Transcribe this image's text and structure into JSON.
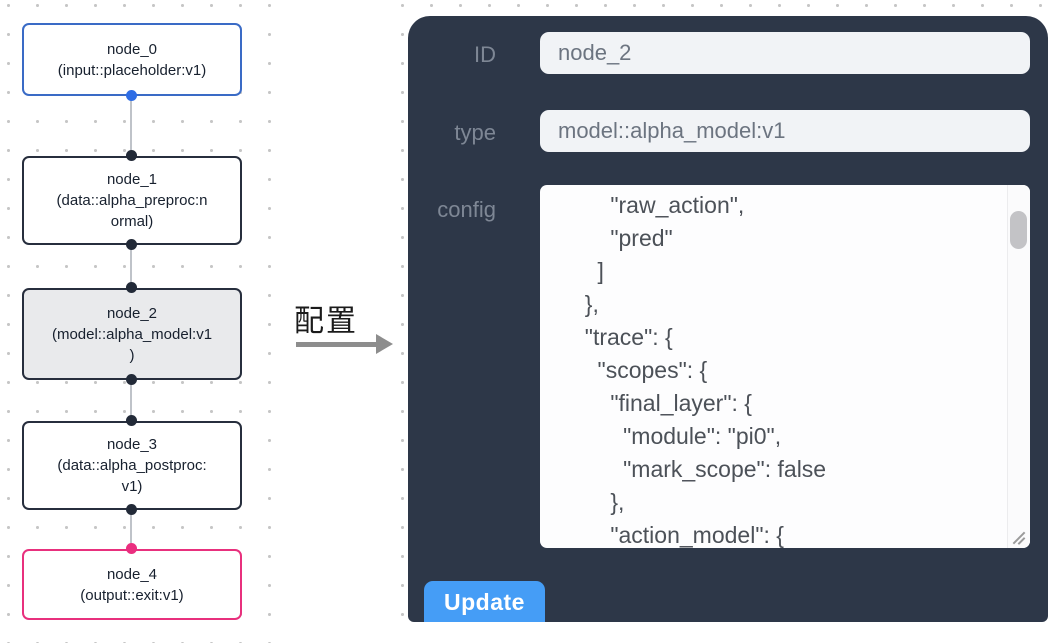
{
  "canvas": {
    "nodes": [
      {
        "id": "node_0",
        "type": "input::placeholder:v1",
        "lines": [
          "node_0",
          "(input::placeholder:v1)"
        ]
      },
      {
        "id": "node_1",
        "type": "data::alpha_preproc:normal",
        "lines": [
          "node_1",
          "(data::alpha_preproc:n",
          "ormal)"
        ]
      },
      {
        "id": "node_2",
        "type": "model::alpha_model:v1",
        "lines": [
          "node_2",
          "(model::alpha_model:v1",
          ")"
        ],
        "selected": true
      },
      {
        "id": "node_3",
        "type": "data::alpha_postproc:v1",
        "lines": [
          "node_3",
          "(data::alpha_postproc:",
          "v1)"
        ]
      },
      {
        "id": "node_4",
        "type": "output::exit:v1",
        "lines": [
          "node_4",
          "(output::exit:v1)"
        ]
      }
    ],
    "colors": {
      "input_node_border": "#3a6bc6",
      "default_node_border": "#272e3d",
      "output_node_border": "#e8307d",
      "selected_node_bg": "#e9eaec",
      "input_port": "#2e6de5",
      "default_port": "#222a38",
      "output_port": "#ea2e7f",
      "edge": "#bfc3c9",
      "grid_dot": "#c6c6c6"
    }
  },
  "transition": {
    "label": "配置",
    "arrow_color": "#8d8d8d"
  },
  "panel": {
    "background": "#2d3748",
    "fields": {
      "id": {
        "label": "ID",
        "value": "node_2"
      },
      "type": {
        "label": "type",
        "value": "model::alpha_model:v1"
      }
    },
    "config": {
      "label": "config",
      "lines": [
        "      \"raw_action\",",
        "      \"pred\"",
        "    ]",
        "  },",
        "  \"trace\": {",
        "    \"scopes\": {",
        "      \"final_layer\": {",
        "        \"module\": \"pi0\",",
        "        \"mark_scope\": false",
        "      },",
        "      \"action_model\": {"
      ]
    },
    "update_button": {
      "label": "Update",
      "color": "#459df6"
    }
  }
}
